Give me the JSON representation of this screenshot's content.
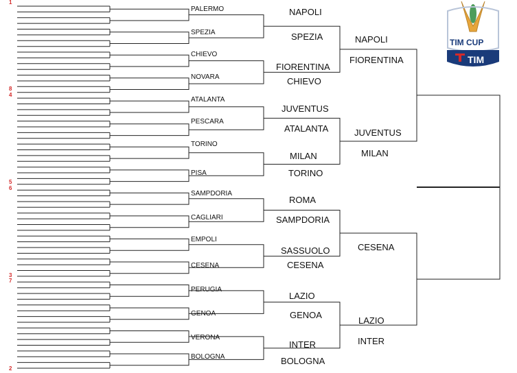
{
  "seeds": [
    "1",
    "8",
    "4",
    "5",
    "6",
    "3",
    "7",
    "2"
  ],
  "round2": [
    "PALERMO",
    "SPEZIA",
    "CHIEVO",
    "NOVARA",
    "ATALANTA",
    "PESCARA",
    "TORINO",
    "PISA",
    "SAMPDORIA",
    "CAGLIARI",
    "EMPOLI",
    "CESENA",
    "PERUGIA",
    "GENOA",
    "VERONA",
    "BOLOGNA"
  ],
  "round3": [
    "NAPOLI",
    "SPEZIA",
    "FIORENTINA",
    "CHIEVO",
    "JUVENTUS",
    "ATALANTA",
    "MILAN",
    "TORINO",
    "ROMA",
    "SAMPDORIA",
    "SASSUOLO",
    "CESENA",
    "LAZIO",
    "GENOA",
    "INTER",
    "BOLOGNA"
  ],
  "round4": [
    "NAPOLI",
    "FIORENTINA",
    "JUVENTUS",
    "MILAN",
    "CESENA",
    "LAZIO",
    "INTER"
  ],
  "logo": {
    "title": "TIM CUP",
    "sponsor": "TIM"
  },
  "colors": {
    "line": "#222222",
    "seed": "#d42a2a",
    "logo_blue": "#1a3b7a",
    "logo_gold": "#e7a63b"
  }
}
